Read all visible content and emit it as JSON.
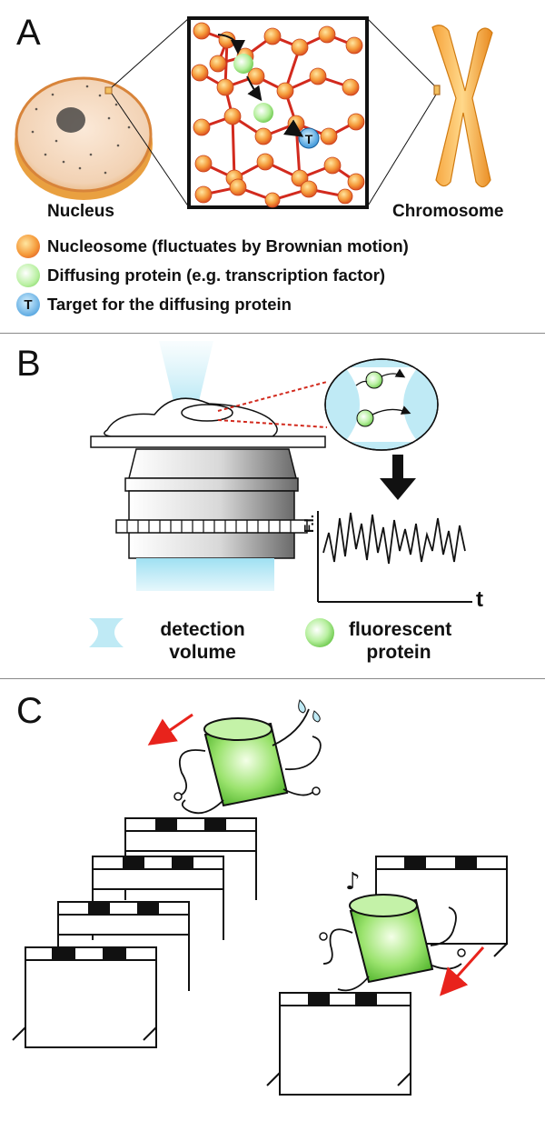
{
  "panel_a": {
    "letter": "A",
    "nucleus_label": "Nucleus",
    "chromosome_label": "Chromosome",
    "target_symbol": "T",
    "legend": [
      {
        "text": "Nucleosome (fluctuates by Brownian motion)",
        "icon": "nucleosome-icon",
        "color": "#f07a3c"
      },
      {
        "text": "Diffusing protein (e.g. transcription factor)",
        "icon": "diffusing-protein-icon",
        "color": "#a8e890"
      },
      {
        "text": "Target for the diffusing protein",
        "icon": "target-icon",
        "color": "#3aa0e0"
      }
    ]
  },
  "panel_b": {
    "letter": "B",
    "y_axis_label": "F.I.",
    "x_axis_label": "t",
    "legend_detection": "detection volume",
    "legend_fluorescent": "fluorescent protein"
  },
  "panel_c": {
    "letter": "C"
  },
  "colors": {
    "nucleosome": "#f07a3c",
    "chromatin_line": "#d22a1e",
    "protein_green": "#8fe06e",
    "target_blue": "#3aa0e0",
    "arrow_red": "#e8231c",
    "light_cyan": "#bfeaf5"
  }
}
